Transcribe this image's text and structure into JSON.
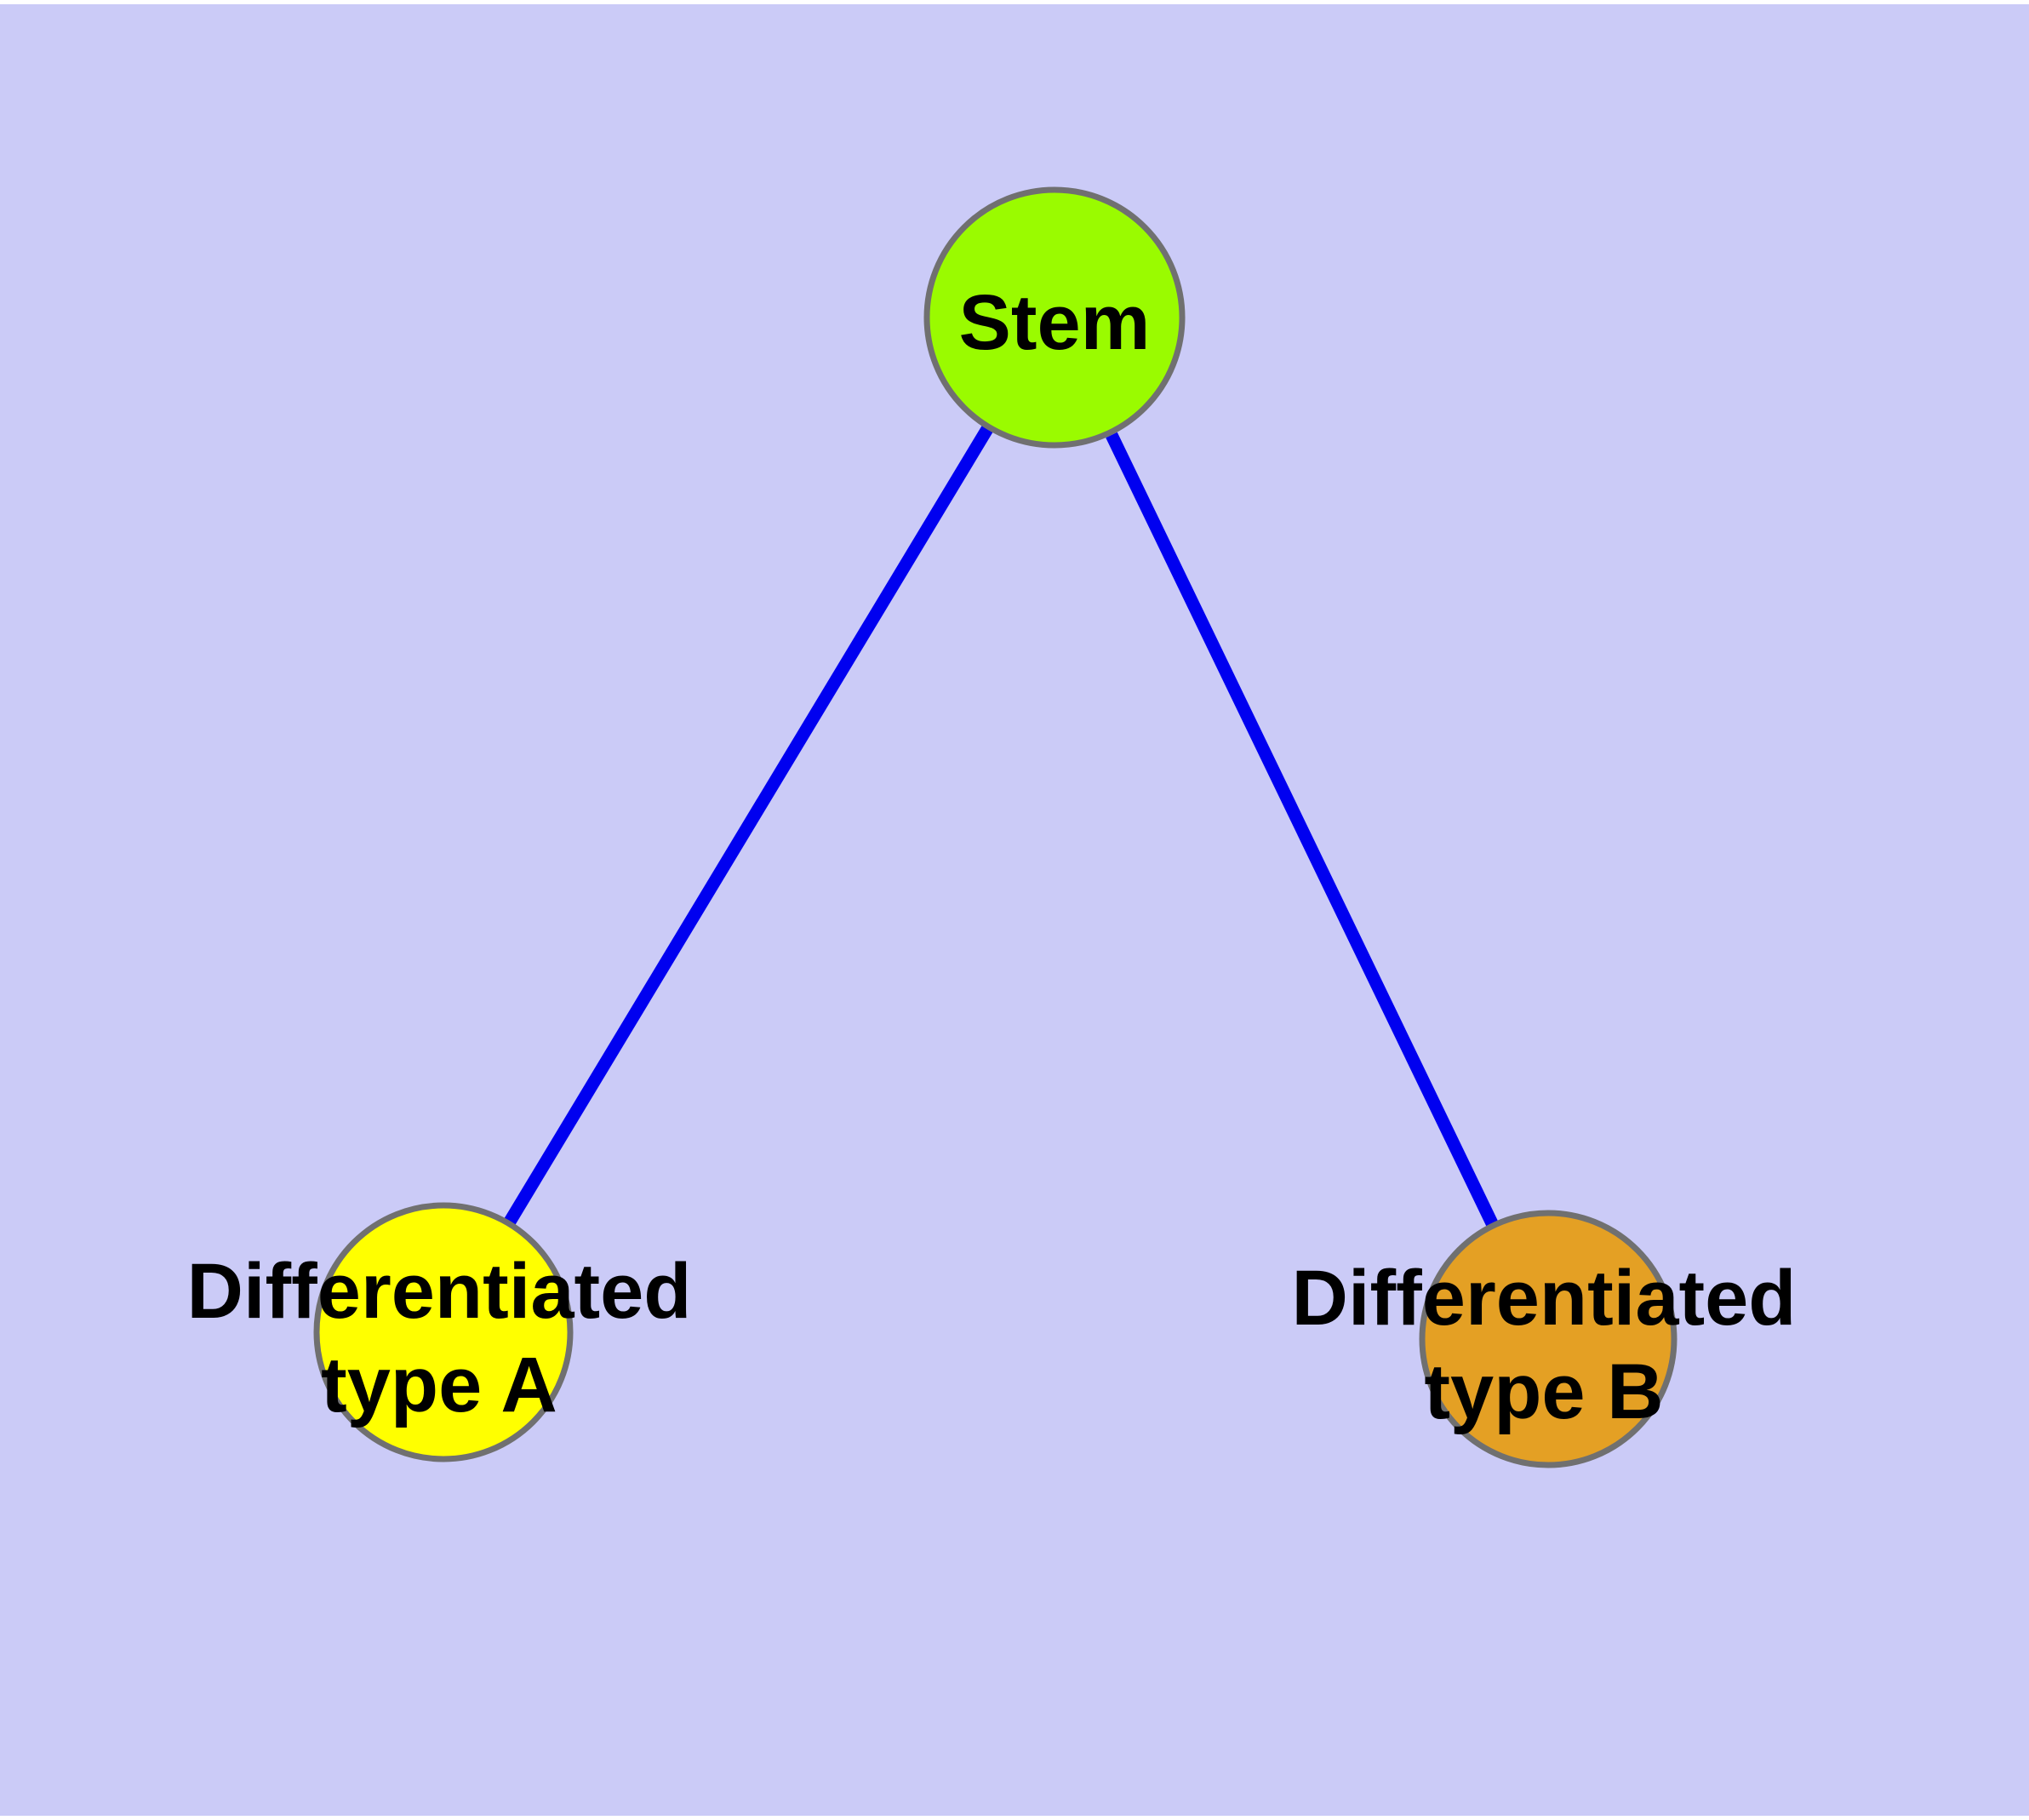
{
  "background": {
    "canvas_color": "#CBCBF7",
    "page_margin_color": "#FFFFFF"
  },
  "diagram": {
    "type": "graph",
    "description": "Stem cell differentiation tree: one stem node linked to two differentiated cell-type nodes",
    "nodes": [
      {
        "id": "stem",
        "label": "Stem",
        "lines": [
          "Stem"
        ],
        "shape": "circle",
        "fill": "#9AFB00",
        "stroke": "#707070"
      },
      {
        "id": "differentiated-type-a",
        "label": "Differentiated type A",
        "lines": [
          "Differentiated",
          "type A"
        ],
        "shape": "circle",
        "fill": "#FFFF00",
        "stroke": "#707070"
      },
      {
        "id": "differentiated-type-b",
        "label": "Differentiated type B",
        "lines": [
          "Differentiated",
          "type B"
        ],
        "shape": "circle",
        "fill": "#E4A024",
        "stroke": "#707070"
      }
    ],
    "edges": [
      {
        "from": "stem",
        "to": "differentiated-type-a",
        "color": "#0000F0",
        "style": "solid",
        "arrowhead": "none"
      },
      {
        "from": "stem",
        "to": "differentiated-type-b",
        "color": "#0000F0",
        "style": "solid",
        "arrowhead": "none"
      }
    ]
  }
}
